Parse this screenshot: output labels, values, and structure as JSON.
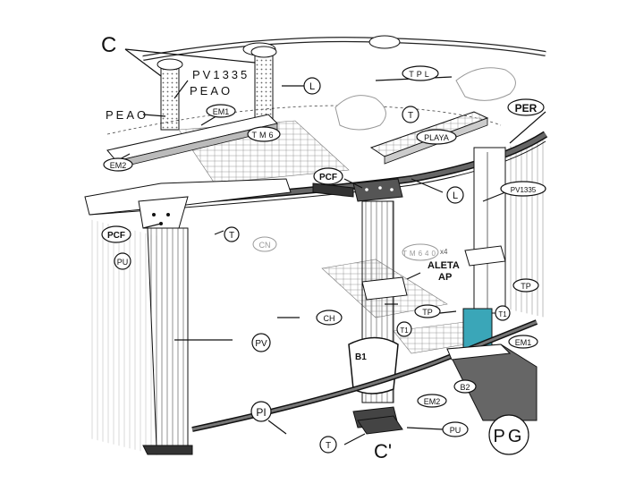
{
  "labels": {
    "C_top": "C",
    "PV1335_top": "PV1335",
    "PEAO_top": "PEAO",
    "PEAO_left": "PEAO",
    "EM1_top": "EM1",
    "EM2_left": "EM2",
    "TM6": "TM6",
    "L_top": "L",
    "TPL": "TPL",
    "T_top": "T",
    "PLAYA": "PLAYA",
    "PER": "PER",
    "PCF_mid": "PCF",
    "L_mid": "L",
    "PV1335_right": "PV1335",
    "PCF_left": "PCF",
    "T_left": "T",
    "PU_left": "PU",
    "CN": "CN",
    "TM640": "TM640",
    "x4": "x4",
    "ALETA": "ALETA",
    "AP": "AP",
    "TP_right": "TP",
    "TP_mid": "TP",
    "CH": "CH",
    "T1_mid": "T1",
    "T1_right": "T1",
    "EM1_right": "EM1",
    "PV": "PV",
    "B1": "B1",
    "B2": "B2",
    "EM2_bottom": "EM2",
    "PI": "PI",
    "PU_bottom": "PU",
    "PG": "PG",
    "T_bottom": "T",
    "C_bottom": "C'"
  },
  "colors": {
    "line": "#111111",
    "wall": "#ffffff",
    "rim": "#555555",
    "accent": "#3aa6b8",
    "ground": "#666666",
    "faded": "#999999"
  }
}
